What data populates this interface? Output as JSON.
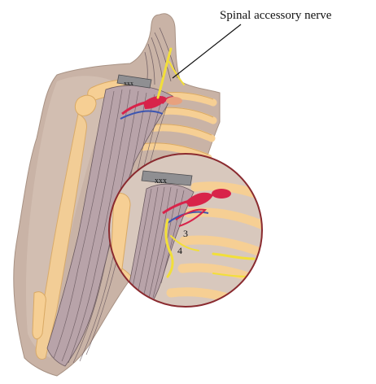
{
  "figure": {
    "label_nerve": "Spinal accessory nerve",
    "label_3": "3",
    "label_4": "4",
    "magnifier": "circle-inset",
    "colors": {
      "skin": "#c9b3a6",
      "skin_dark": "#a89284",
      "bone": "#f6cf94",
      "muscle": "#b8a3a9",
      "muscle_line": "#6b5a60",
      "nerve": "#f2df3a",
      "artery": "#d8234a",
      "vein": "#3c55b0",
      "lens_ring": "#8a2a2f",
      "text": "#111111"
    }
  }
}
